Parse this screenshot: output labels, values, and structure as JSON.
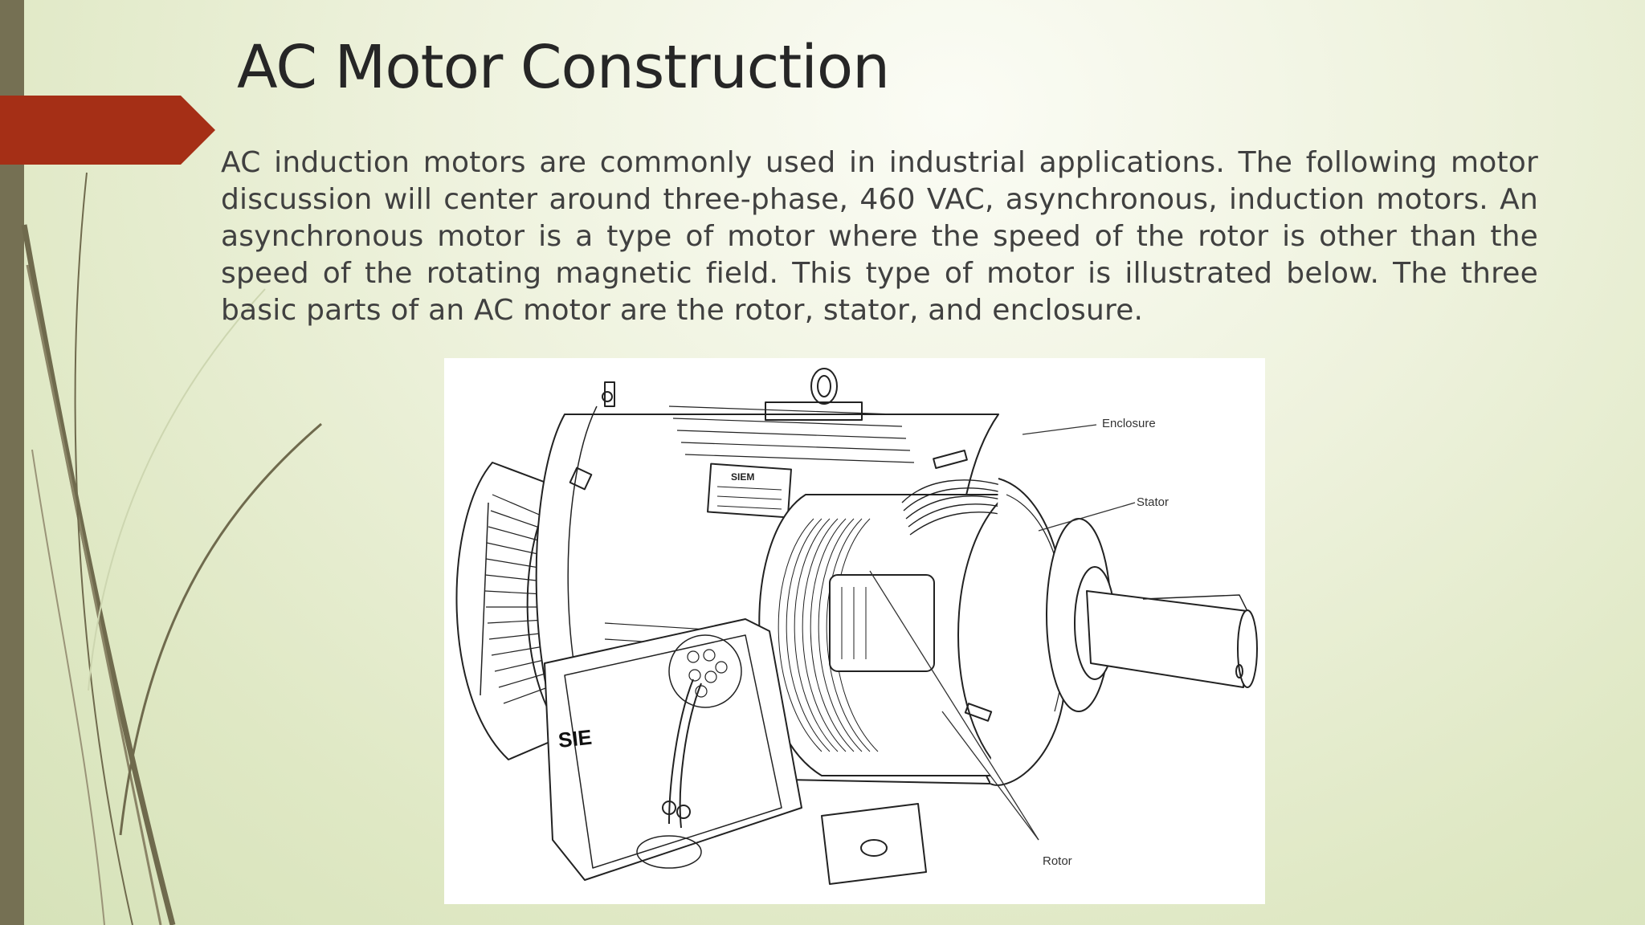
{
  "slide": {
    "title": "AC Motor Construction",
    "body": "AC induction motors are commonly used in industrial applications. The following motor discussion will center around three-phase, 460 VAC, asynchronous, induction motors. An asynchronous motor is a type of motor where the speed of the rotor is other than the speed of the rotating magnetic field. This type of motor is illustrated below. The three basic parts of an AC motor are the rotor, stator, and enclosure."
  },
  "figure": {
    "callouts": {
      "enclosure": "Enclosure",
      "stator": "Stator",
      "rotor": "Rotor"
    },
    "nameplate_brand": "SIEM",
    "terminal_box_brand": "SIE"
  },
  "colors": {
    "accent": "#a52f16",
    "side_bar": "#757053",
    "background": "#e6ecd2"
  }
}
